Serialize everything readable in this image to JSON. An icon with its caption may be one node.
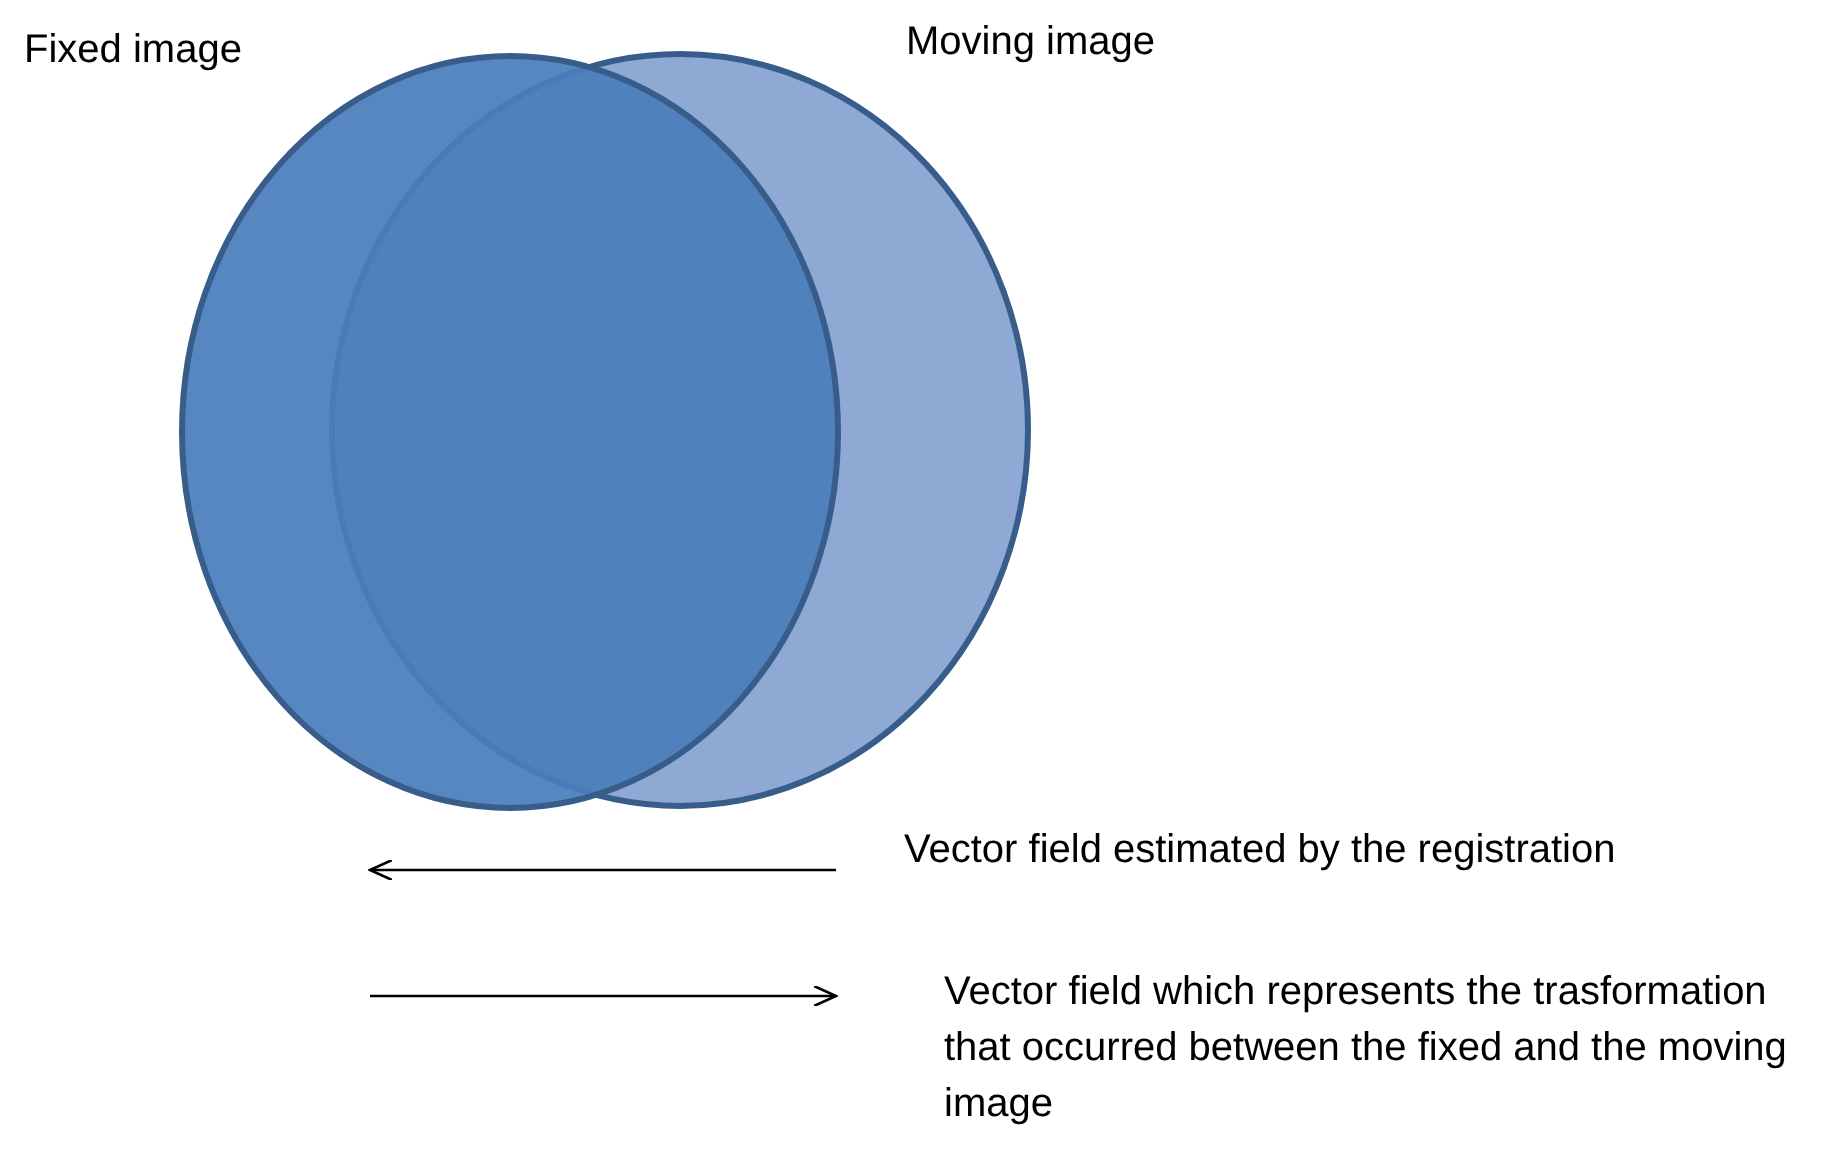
{
  "diagram": {
    "nodes": [
      {
        "text": [
          "Fixed image"
        ]
      },
      {
        "text": [
          "Moving image"
        ]
      }
    ],
    "legend": [
      {
        "text": "Vector field estimated by the registration"
      },
      {
        "text": "Vector field which represents the trasformation that occurred between the fixed and the moving image"
      }
    ]
  }
}
